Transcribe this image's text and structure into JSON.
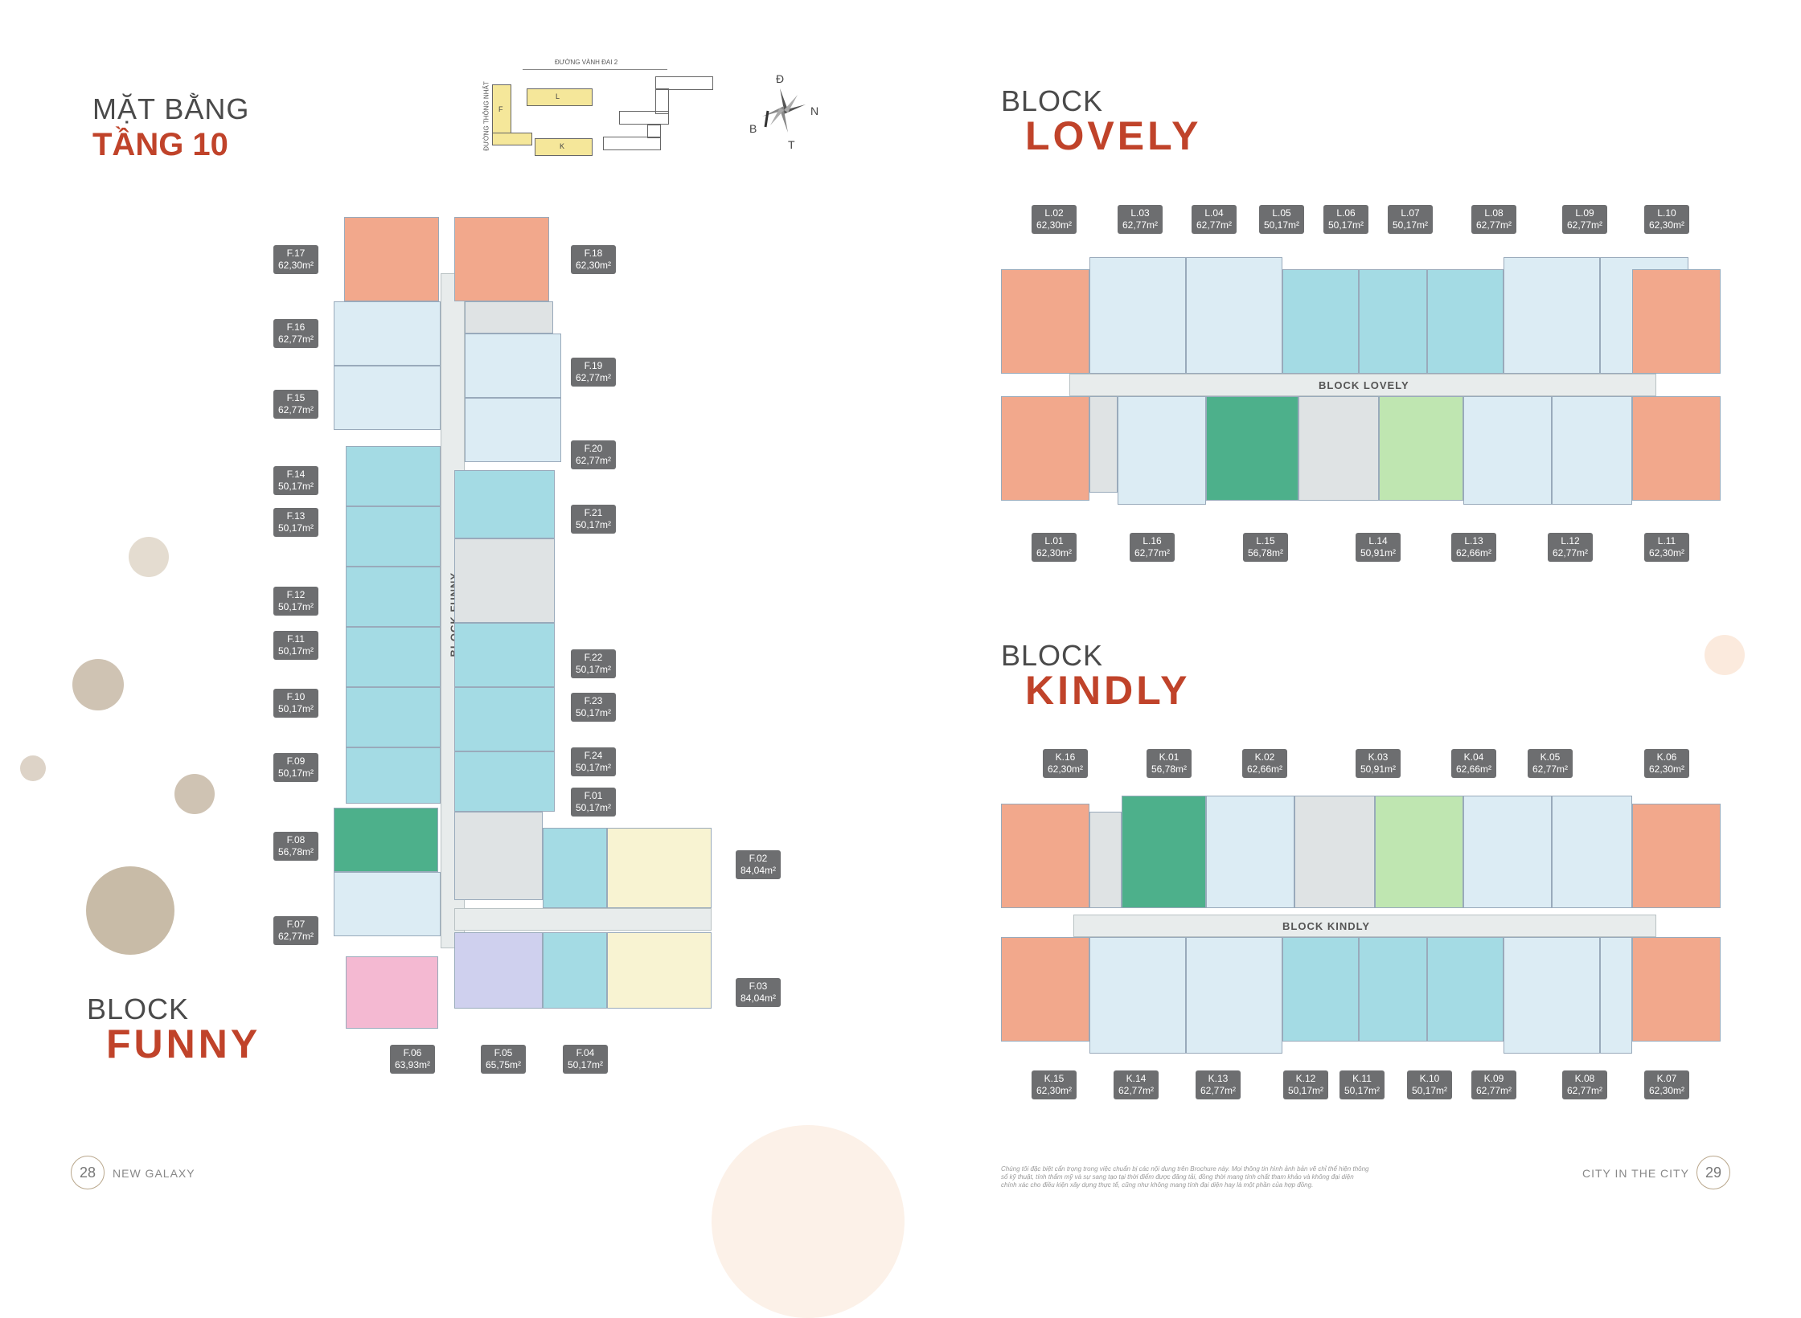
{
  "title": {
    "line1": "MẶT BẰNG",
    "line2": "TẦNG 10"
  },
  "site_map": {
    "road_top": "ĐƯỜNG VÀNH ĐAI 2",
    "road_left": "ĐƯỜNG THÔNG NHẤT",
    "block_f": "F",
    "block_l": "L",
    "block_k": "K"
  },
  "compass": {
    "n": "N",
    "d": "Đ",
    "b": "B",
    "t": "T"
  },
  "funny": {
    "heading_small": "BLOCK",
    "heading_big": "FUNNY",
    "corridor": "BLOCK FUNNY",
    "units": [
      {
        "code": "F.17",
        "area": "62,30m²"
      },
      {
        "code": "F.18",
        "area": "62,30m²"
      },
      {
        "code": "F.16",
        "area": "62,77m²"
      },
      {
        "code": "F.19",
        "area": "62,77m²"
      },
      {
        "code": "F.15",
        "area": "62,77m²"
      },
      {
        "code": "F.20",
        "area": "62,77m²"
      },
      {
        "code": "F.14",
        "area": "50,17m²"
      },
      {
        "code": "F.21",
        "area": "50,17m²"
      },
      {
        "code": "F.13",
        "area": "50,17m²"
      },
      {
        "code": "F.12",
        "area": "50,17m²"
      },
      {
        "code": "F.11",
        "area": "50,17m²"
      },
      {
        "code": "F.22",
        "area": "50,17m²"
      },
      {
        "code": "F.10",
        "area": "50,17m²"
      },
      {
        "code": "F.23",
        "area": "50,17m²"
      },
      {
        "code": "F.09",
        "area": "50,17m²"
      },
      {
        "code": "F.24",
        "area": "50,17m²"
      },
      {
        "code": "F.01",
        "area": "50,17m²"
      },
      {
        "code": "F.08",
        "area": "56,78m²"
      },
      {
        "code": "F.02",
        "area": "84,04m²"
      },
      {
        "code": "F.07",
        "area": "62,77m²"
      },
      {
        "code": "F.03",
        "area": "84,04m²"
      },
      {
        "code": "F.06",
        "area": "63,93m²"
      },
      {
        "code": "F.05",
        "area": "65,75m²"
      },
      {
        "code": "F.04",
        "area": "50,17m²"
      }
    ]
  },
  "lovely": {
    "heading_small": "BLOCK",
    "heading_big": "LOVELY",
    "corridor": "BLOCK LOVELY",
    "top_units": [
      {
        "code": "L.02",
        "area": "62,30m²"
      },
      {
        "code": "L.03",
        "area": "62,77m²"
      },
      {
        "code": "L.04",
        "area": "62,77m²"
      },
      {
        "code": "L.05",
        "area": "50,17m²"
      },
      {
        "code": "L.06",
        "area": "50,17m²"
      },
      {
        "code": "L.07",
        "area": "50,17m²"
      },
      {
        "code": "L.08",
        "area": "62,77m²"
      },
      {
        "code": "L.09",
        "area": "62,77m²"
      },
      {
        "code": "L.10",
        "area": "62,30m²"
      }
    ],
    "bottom_units": [
      {
        "code": "L.01",
        "area": "62,30m²"
      },
      {
        "code": "L.16",
        "area": "62,77m²"
      },
      {
        "code": "L.15",
        "area": "56,78m²"
      },
      {
        "code": "L.14",
        "area": "50,91m²"
      },
      {
        "code": "L.13",
        "area": "62,66m²"
      },
      {
        "code": "L.12",
        "area": "62,77m²"
      },
      {
        "code": "L.11",
        "area": "62,30m²"
      }
    ]
  },
  "kindly": {
    "heading_small": "BLOCK",
    "heading_big": "KINDLY",
    "corridor": "BLOCK KINDLY",
    "top_units": [
      {
        "code": "K.16",
        "area": "62,30m²"
      },
      {
        "code": "K.01",
        "area": "56,78m²"
      },
      {
        "code": "K.02",
        "area": "62,66m²"
      },
      {
        "code": "K.03",
        "area": "50,91m²"
      },
      {
        "code": "K.04",
        "area": "62,66m²"
      },
      {
        "code": "K.05",
        "area": "62,77m²"
      },
      {
        "code": "K.06",
        "area": "62,30m²"
      }
    ],
    "bottom_units": [
      {
        "code": "K.15",
        "area": "62,30m²"
      },
      {
        "code": "K.14",
        "area": "62,77m²"
      },
      {
        "code": "K.13",
        "area": "62,77m²"
      },
      {
        "code": "K.12",
        "area": "50,17m²"
      },
      {
        "code": "K.11",
        "area": "50,17m²"
      },
      {
        "code": "K.10",
        "area": "50,17m²"
      },
      {
        "code": "K.09",
        "area": "62,77m²"
      },
      {
        "code": "K.08",
        "area": "62,77m²"
      },
      {
        "code": "K.07",
        "area": "62,30m²"
      }
    ]
  },
  "footer": {
    "left_page": "28",
    "left_text": "NEW GALAXY",
    "right_page": "29",
    "right_text": "CITY IN THE CITY",
    "disclaimer": "Chúng tôi đặc biệt cẩn trọng trong việc chuẩn bị các nội dung trên Brochure này. Mọi thông tin hình ảnh bản vẽ chỉ thể hiện thông số kỹ thuật, tính thẩm mỹ và sự sang tạo tại thời điểm được đăng tải, đồng thời mang tính chất tham khảo và không đại diện chính xác cho điều kiện xây dựng thực tế, cũng như không mang tính đại diện hay là một phần của hợp đồng."
  },
  "colors": {
    "accent": "#c0432a",
    "orange": "#f2a88c",
    "teal": "#a4dbe4",
    "light": "#dcecf4",
    "green": "#4db08b",
    "tag": "#6d6e70"
  }
}
